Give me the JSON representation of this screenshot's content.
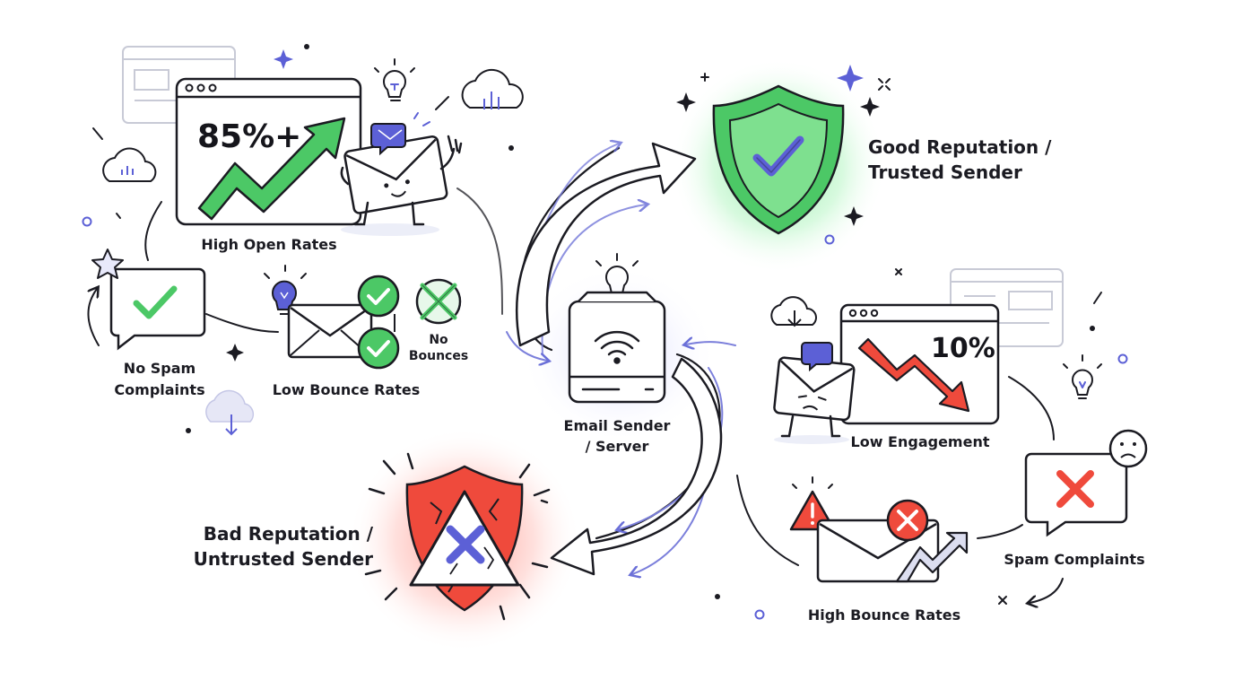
{
  "labels": {
    "high_open_rates": "High Open Rates",
    "open_rate_value": "85%+",
    "no_spam_line1": "No Spam",
    "no_spam_line2": "Complaints",
    "low_bounce_rates": "Low Bounce Rates",
    "no_bounces_line1": "No",
    "no_bounces_line2": "Bounces",
    "email_sender_line1": "Email Sender",
    "email_sender_line2": "/ Server",
    "good_rep_line1": "Good Reputation /",
    "good_rep_line2": "Trusted Sender",
    "low_engagement": "Low Engagement",
    "engagement_value": "10%",
    "spam_complaints": "Spam Complaints",
    "high_bounce_rates": "High Bounce Rates",
    "bad_rep_line1": "Bad Reputation /",
    "bad_rep_line2": "Untrusted Sender"
  },
  "colors": {
    "good": "#4cc866",
    "good_dark": "#2f9a48",
    "bad": "#ef4a3c",
    "accent": "#5c60d6",
    "ink": "#1b1b22",
    "soft": "#c9cbe8"
  },
  "icons": [
    "shield-check-icon",
    "shield-x-icon",
    "server-icon",
    "wifi-icon",
    "lightbulb-icon",
    "envelope-icon",
    "chat-bubble-icon",
    "check-circle-icon",
    "x-circle-icon",
    "warning-icon",
    "sad-face-icon",
    "cloud-icon",
    "star-icon",
    "sparkle-icon",
    "trend-up-arrow-icon",
    "trend-down-arrow-icon",
    "browser-window-icon"
  ]
}
